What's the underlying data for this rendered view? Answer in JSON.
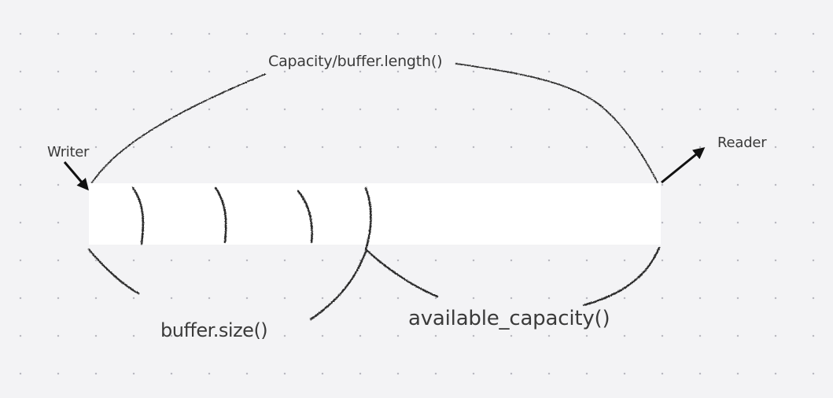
{
  "labels": {
    "capacity": "Capacity/buffer.length()",
    "writer": "Writer",
    "reader": "Reader",
    "size": "buffer.size()",
    "available": "available_capacity()"
  },
  "colors": {
    "background": "#f3f3f5",
    "buffer_fill": "#ffffff",
    "ink": "#2a2a2a",
    "text": "#3a3a3a"
  }
}
